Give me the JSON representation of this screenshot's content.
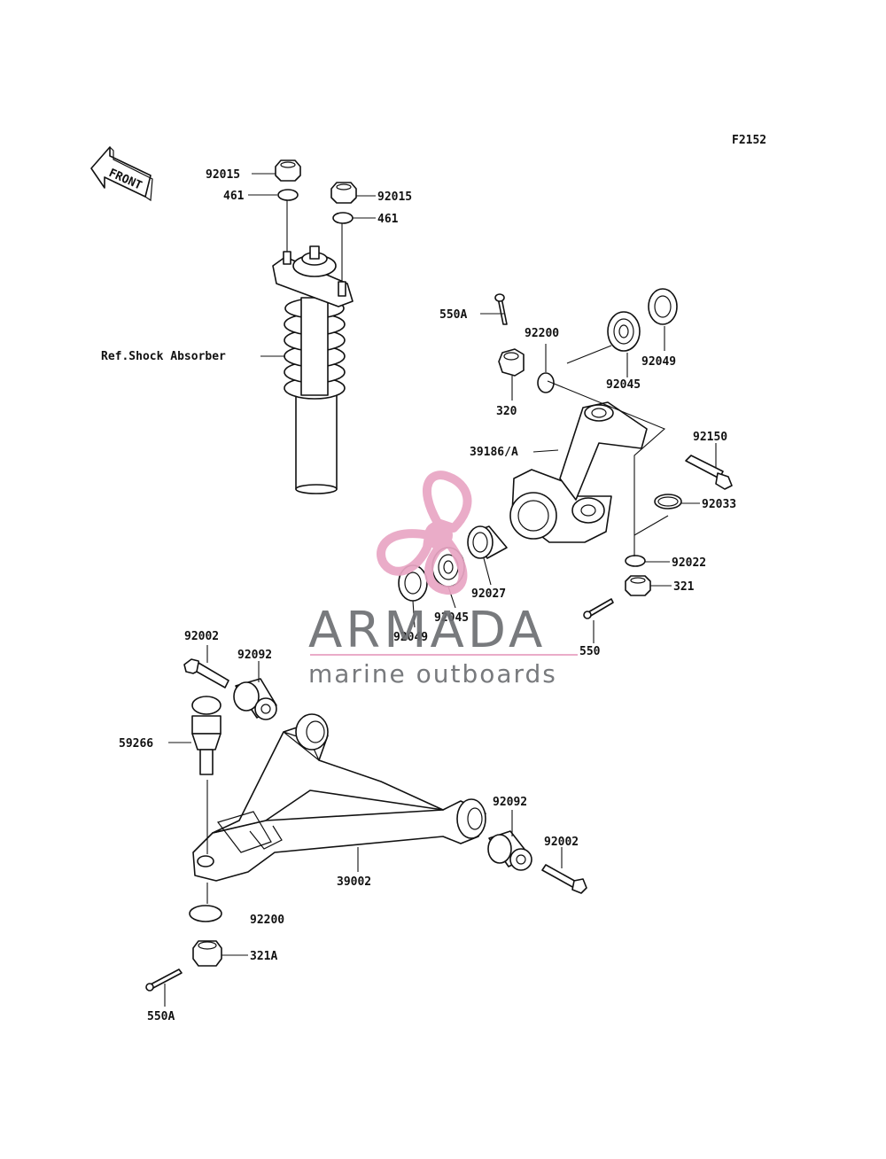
{
  "figure_id": "F2152",
  "front_arrow_text": "FRONT",
  "ref_label": "Ref.Shock Absorber",
  "watermark": {
    "title": "ARMADA",
    "subtitle": "marine outboards",
    "accent_color": "#e9a6c4",
    "text_color": "#6d6f73"
  },
  "parts": {
    "p92015_a": "92015",
    "p461_a": "461",
    "p92015_b": "92015",
    "p461_b": "461",
    "p550A_top": "550A",
    "p92200_top": "92200",
    "p320": "320",
    "p92049_top": "92049",
    "p92045_top": "92045",
    "p39186A": "39186/A",
    "p92150": "92150",
    "p92033": "92033",
    "p92022": "92022",
    "p321": "321",
    "p550": "550",
    "p92027": "92027",
    "p92045_bot": "92045",
    "p92049_bot": "92049",
    "p92002_left": "92002",
    "p92092_left": "92092",
    "p59266": "59266",
    "p92092_right": "92092",
    "p92002_right": "92002",
    "p39002": "39002",
    "p92200_bot": "92200",
    "p321A": "321A",
    "p550A_bot": "550A"
  }
}
